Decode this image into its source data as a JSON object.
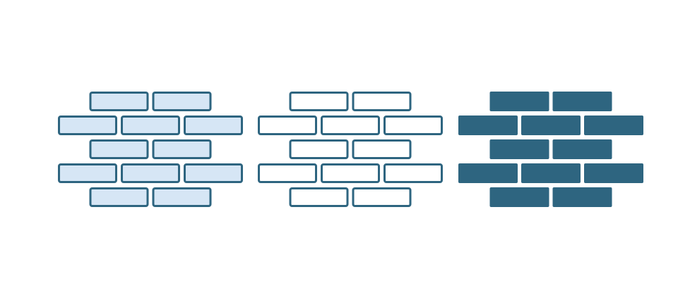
{
  "icons": [
    {
      "name": "brick-wall-icon-light-fill",
      "style": "filled-outline",
      "fill": "#d6e6f5",
      "stroke": "#2e6580"
    },
    {
      "name": "brick-wall-icon-outline",
      "style": "outline",
      "fill": "#ffffff",
      "stroke": "#2e6580"
    },
    {
      "name": "brick-wall-icon-solid",
      "style": "solid",
      "fill": "#2e6580",
      "stroke": "#2e6580"
    }
  ],
  "brick_pattern": {
    "rows": 5,
    "bricks_per_row": [
      2,
      3,
      2,
      3,
      2
    ]
  }
}
